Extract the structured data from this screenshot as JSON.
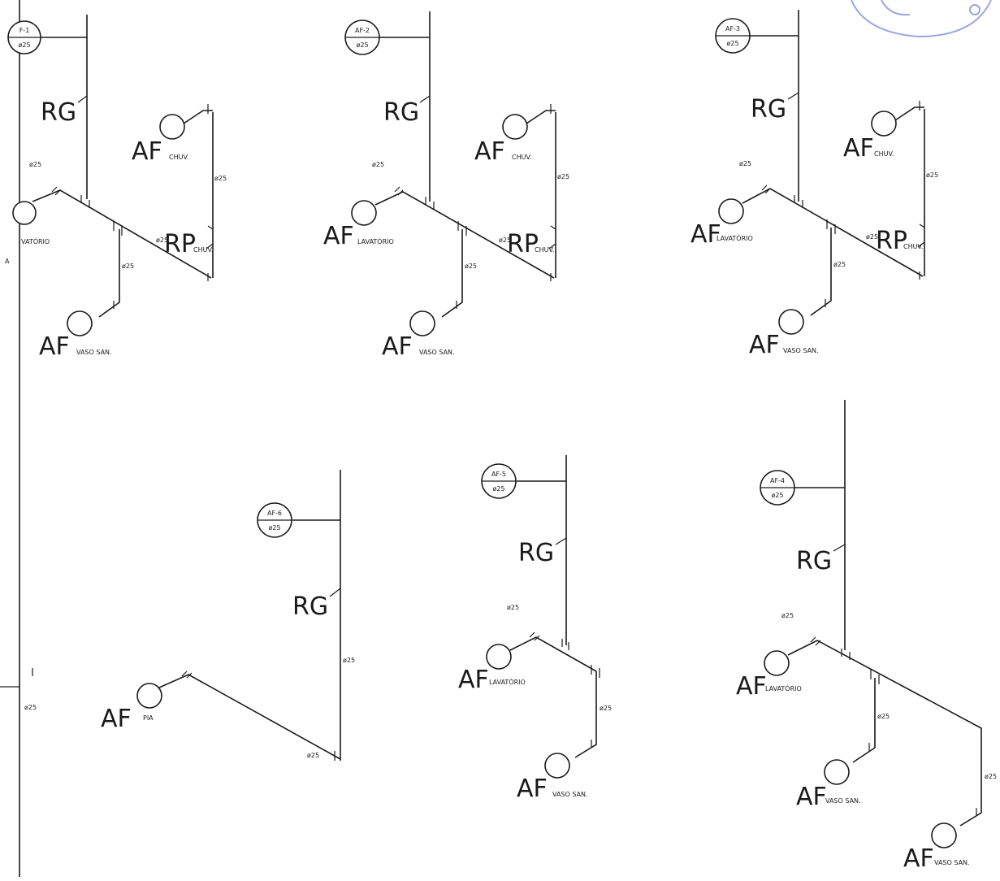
{
  "diagram": {
    "labels": {
      "rg": "RG",
      "rp": "RP",
      "af": "AF",
      "chuv": "CHUV.",
      "lavatorio": "LAVATÓRIO",
      "lavatorio_cut": "VATÓRIO",
      "vaso": "VASO SAN.",
      "pia": "PIA",
      "dia25": "ø25",
      "frame_a": "A"
    },
    "tags": [
      {
        "id": "AF-1",
        "label": "F-1",
        "dia": "ø25"
      },
      {
        "id": "AF-2",
        "label": "AF-2",
        "dia": "ø25"
      },
      {
        "id": "AF-3",
        "label": "AF-3",
        "dia": "ø25"
      },
      {
        "id": "AF-4",
        "label": "AF-4",
        "dia": "ø25"
      },
      {
        "id": "AF-5",
        "label": "AF-5",
        "dia": "ø25"
      },
      {
        "id": "AF-6",
        "label": "AF-6",
        "dia": "ø25"
      }
    ],
    "colors": {
      "ink": "#1a1a1a",
      "stamp": "#6f7fd6"
    }
  }
}
